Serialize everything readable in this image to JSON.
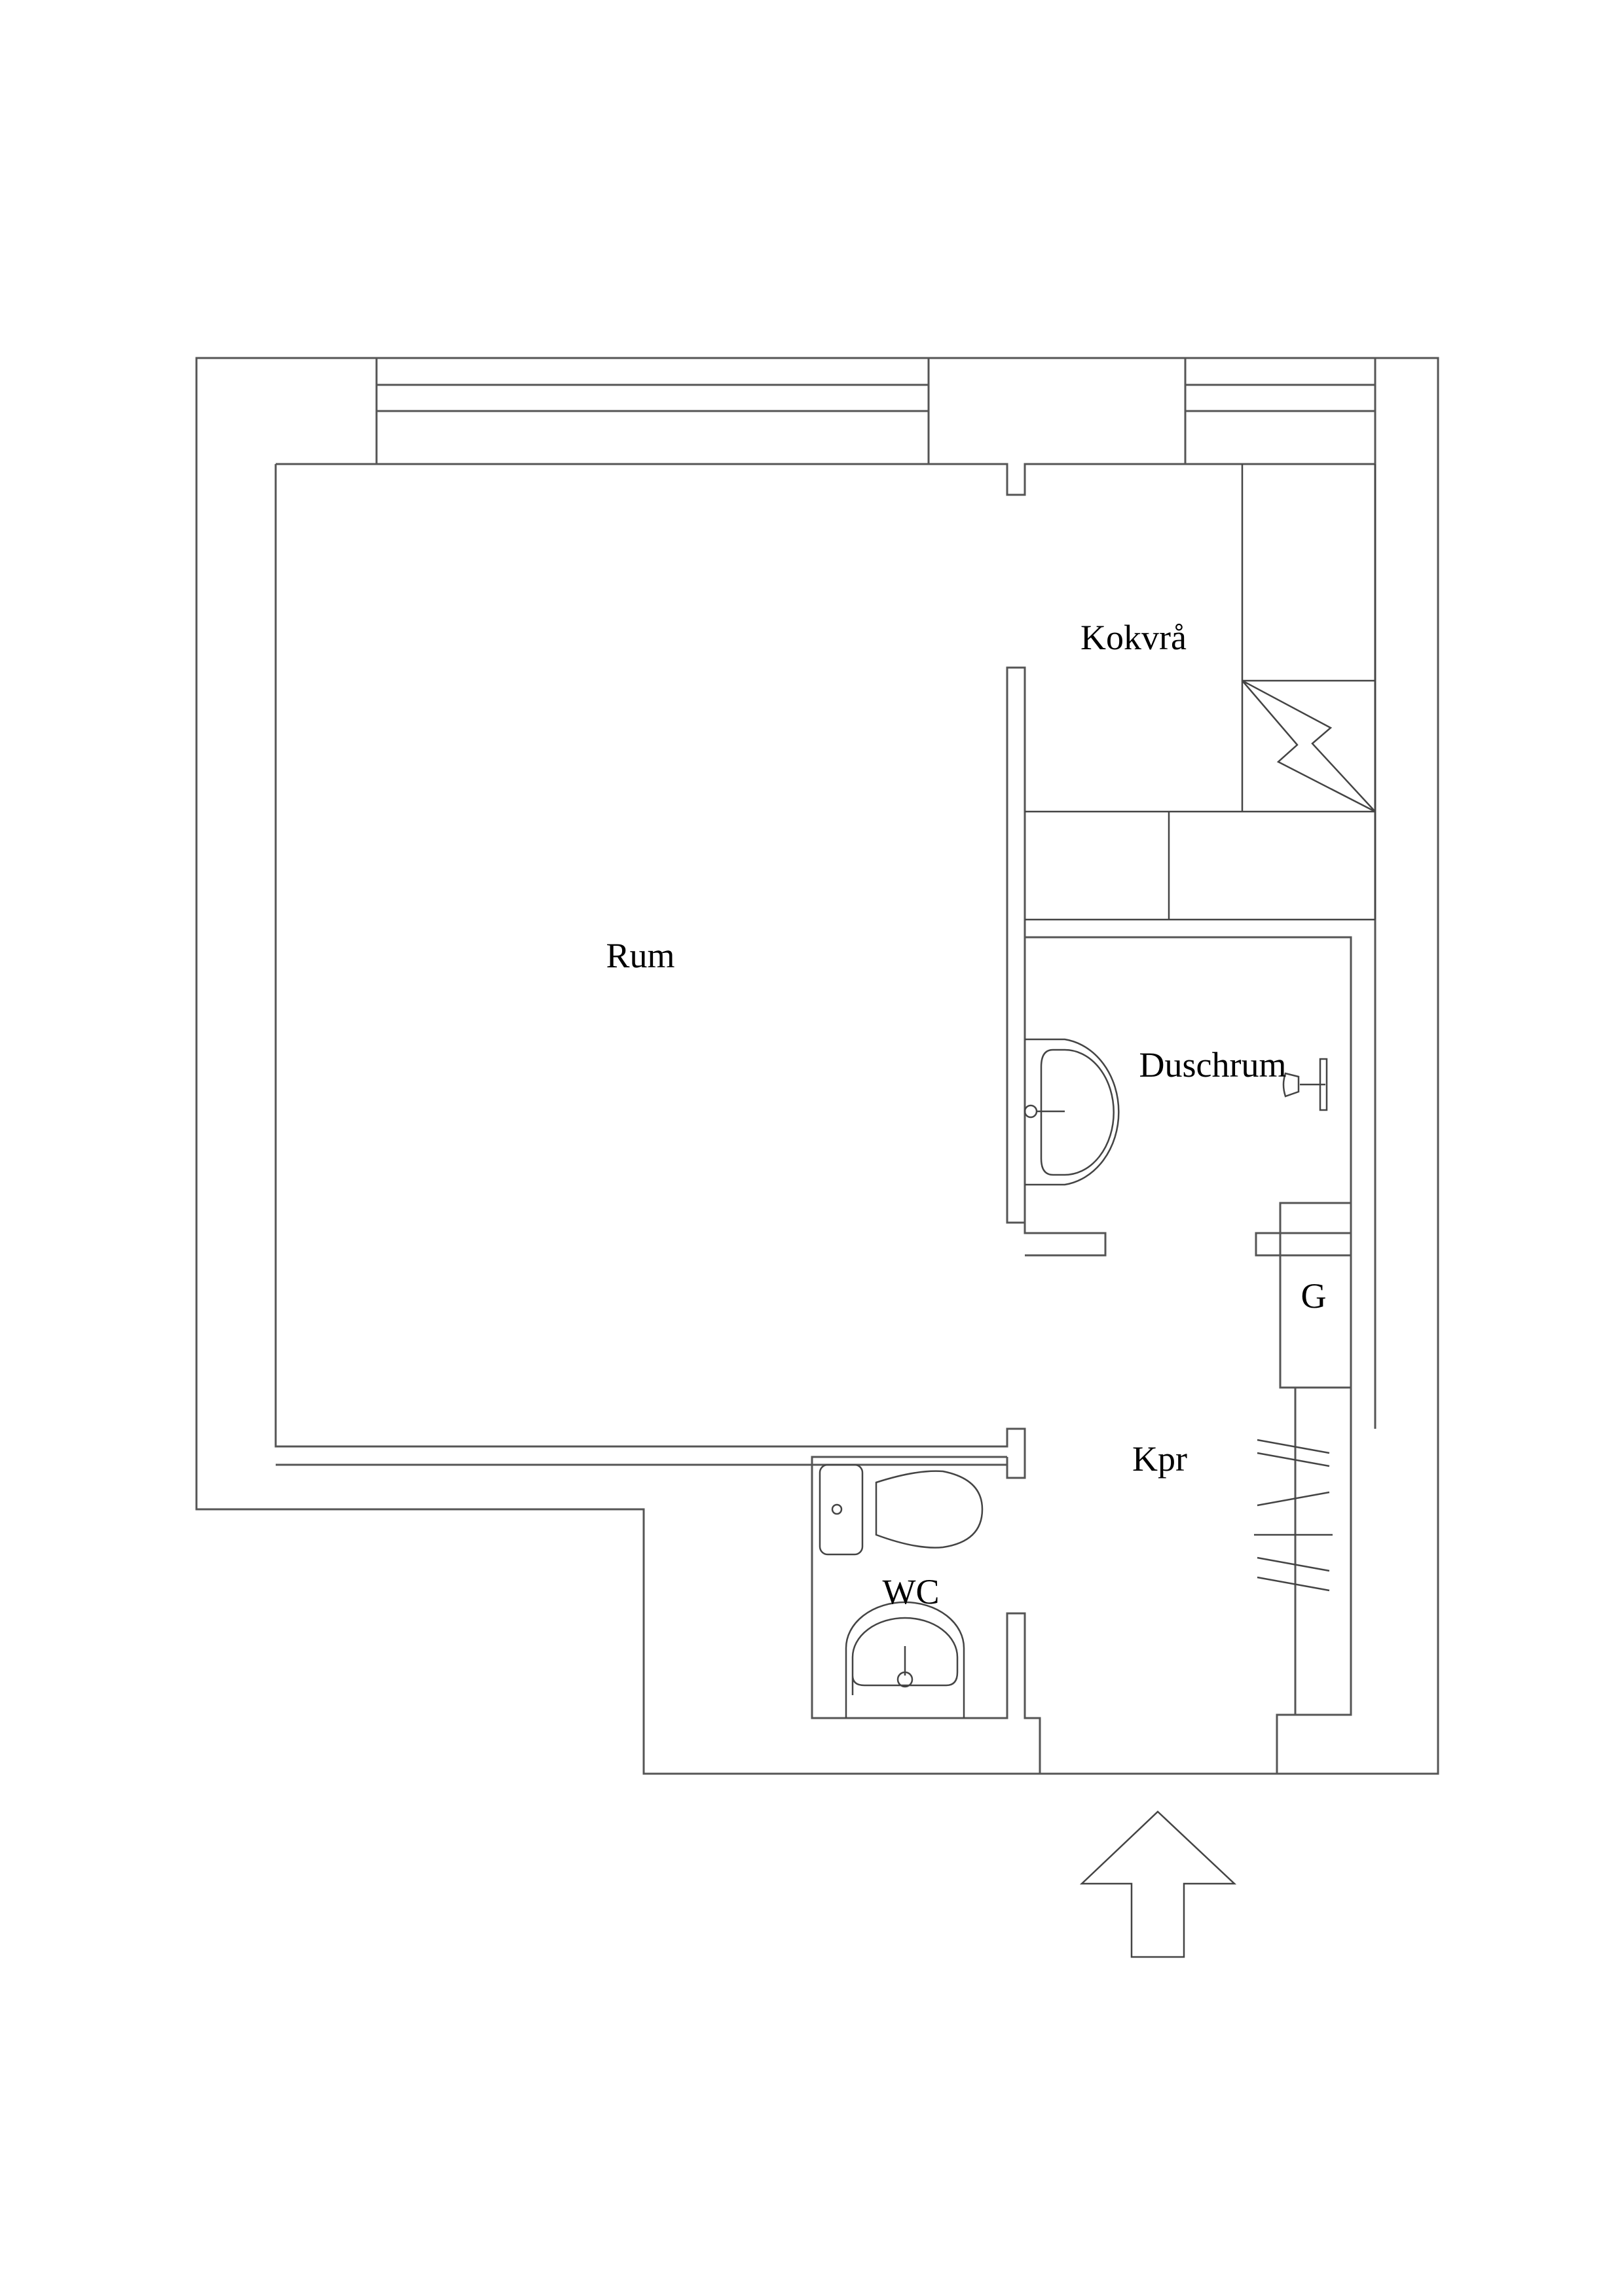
{
  "floorplan": {
    "rooms": {
      "rum": "Rum",
      "kokvra": "Kokvrå",
      "duschrum": "Duschrum",
      "wc": "WC",
      "kpr": "Kpr",
      "g": "G"
    },
    "entrance_arrow": "entrance-arrow-up",
    "line_color": "#555555",
    "background": "#ffffff"
  }
}
